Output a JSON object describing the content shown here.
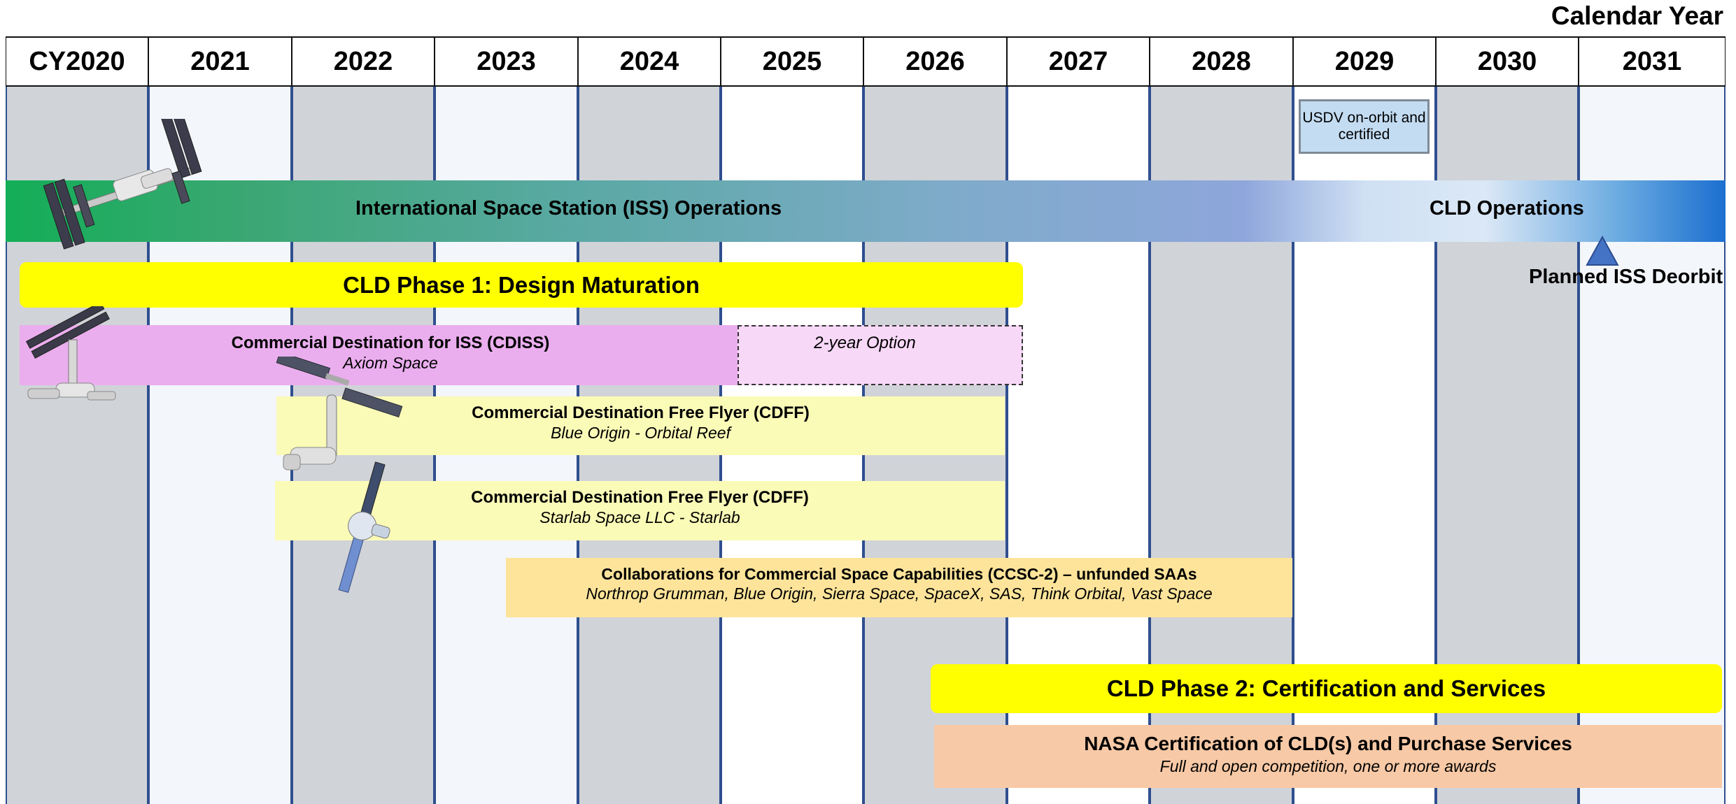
{
  "header": {
    "calendar_year_label": "Calendar Year",
    "years": [
      "CY2020",
      "2021",
      "2022",
      "2023",
      "2024",
      "2025",
      "2026",
      "2027",
      "2028",
      "2029",
      "2030",
      "2031"
    ]
  },
  "milestones": {
    "usdv": "USDV on-orbit and certified",
    "iss_deorbit": "Planned ISS Deorbit"
  },
  "operations": {
    "iss": "International Space Station (ISS) Operations",
    "cld": "CLD Operations"
  },
  "phases": {
    "phase1": "CLD Phase 1: Design Maturation",
    "phase2": "CLD Phase 2: Certification and Services"
  },
  "activities": {
    "cdiss": {
      "title": "Commercial Destination for ISS (CDISS)",
      "subtitle": "Axiom Space"
    },
    "option": {
      "title": "2-year Option"
    },
    "cdff1": {
      "title": "Commercial Destination Free Flyer (CDFF)",
      "subtitle": "Blue Origin - Orbital Reef"
    },
    "cdff2": {
      "title": "Commercial Destination Free Flyer (CDFF)",
      "subtitle": "Starlab Space LLC - Starlab"
    },
    "ccsc": {
      "title": "Collaborations for Commercial Space Capabilities (CCSC-2) – unfunded SAAs",
      "subtitle": "Northrop Grumman, Blue Origin, Sierra Space, SpaceX, SAS, Think Orbital, Vast Space"
    },
    "nasa": {
      "title": "NASA Certification of CLD(s) and Purchase Services",
      "subtitle": "Full and open competition, one or more awards"
    }
  },
  "icons": [
    "iss-icon",
    "axiom-station-icon",
    "orbital-reef-icon",
    "starlab-icon",
    "deorbit-triangle-icon"
  ],
  "colors": {
    "phase_yellow": "#ffff00",
    "cdiss_pink": "#eaaeee",
    "cdff_yellow": "#fbfbb8",
    "ccsc_orange": "#fde49a",
    "nasa_salmon": "#f8c9a6",
    "iss_green": "#13ae57",
    "cld_blue": "#1b6fd0"
  }
}
